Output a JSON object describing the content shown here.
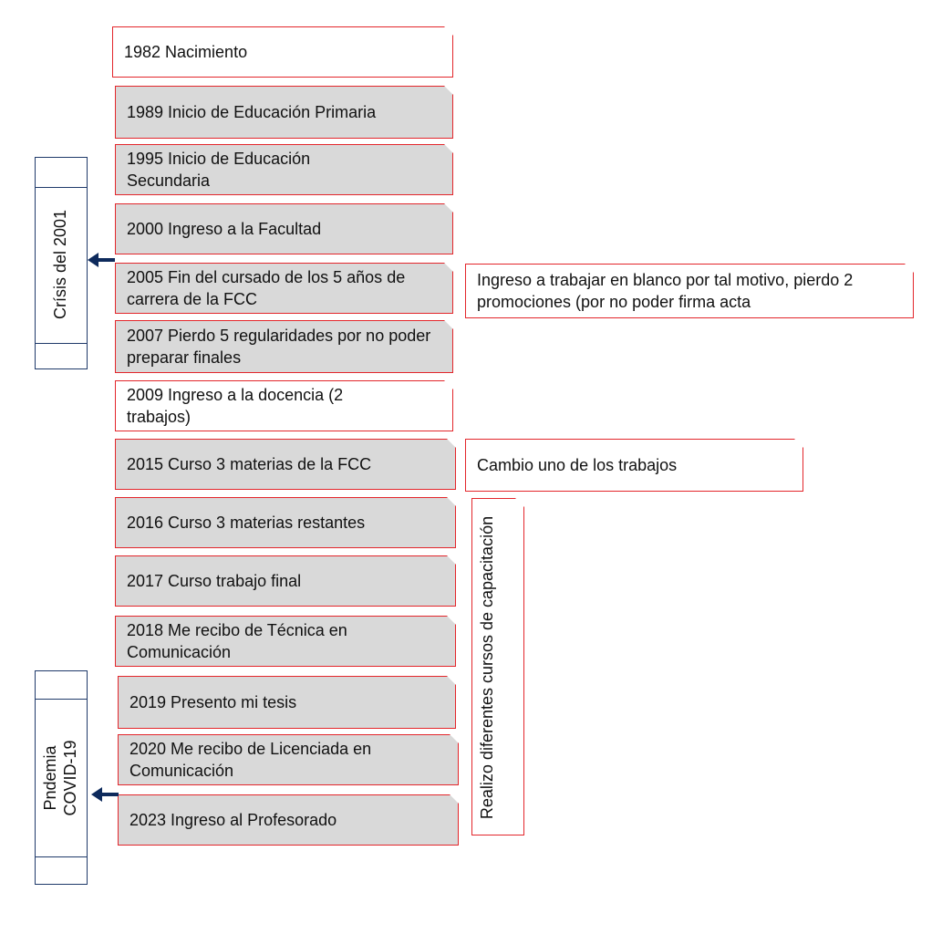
{
  "timeline": [
    {
      "text": "1982 Nacimiento",
      "style": "white"
    },
    {
      "text": "1989 Inicio de Educación Primaria",
      "style": "grey"
    },
    {
      "text": "1995 Inicio de Educación Secundaria",
      "style": "grey"
    },
    {
      "text": "2000 Ingreso a la Facultad",
      "style": "grey"
    },
    {
      "text": "2005 Fin del cursado de los 5 años de carrera de la FCC",
      "style": "grey"
    },
    {
      "text": "2007 Pierdo 5 regularidades por no poder preparar finales",
      "style": "grey"
    },
    {
      "text": "2009 Ingreso a la docencia (2 trabajos)",
      "style": "white"
    },
    {
      "text": "2015 Curso 3 materias de la FCC",
      "style": "grey"
    },
    {
      "text": "2016 Curso 3 materias restantes",
      "style": "grey"
    },
    {
      "text": "2017 Curso trabajo final",
      "style": "grey"
    },
    {
      "text": "2018 Me recibo de Técnica en Comunicación",
      "style": "grey"
    },
    {
      "text": "2019 Presento mi tesis",
      "style": "grey"
    },
    {
      "text": "2020 Me recibo de Licenciada en Comunicación",
      "style": "grey"
    },
    {
      "text": "2023 Ingreso al Profesorado",
      "style": "grey"
    }
  ],
  "notes": {
    "work": "Ingreso a trabajar en blanco por tal motivo, pierdo 2 promociones (por no poder firma acta",
    "job_change": "Cambio uno de los trabajos",
    "courses": "Realizo diferentes cursos de capacitación"
  },
  "side_labels": {
    "crisis": "Crísis del 2001",
    "pandemic_line1": "Pndemia",
    "pandemic_line2": "COVID-19"
  },
  "colors": {
    "box_border": "#e3262b",
    "box_fill": "#d9d9d9",
    "side_border": "#1f3a6a",
    "arrow": "#0d2a5c"
  }
}
